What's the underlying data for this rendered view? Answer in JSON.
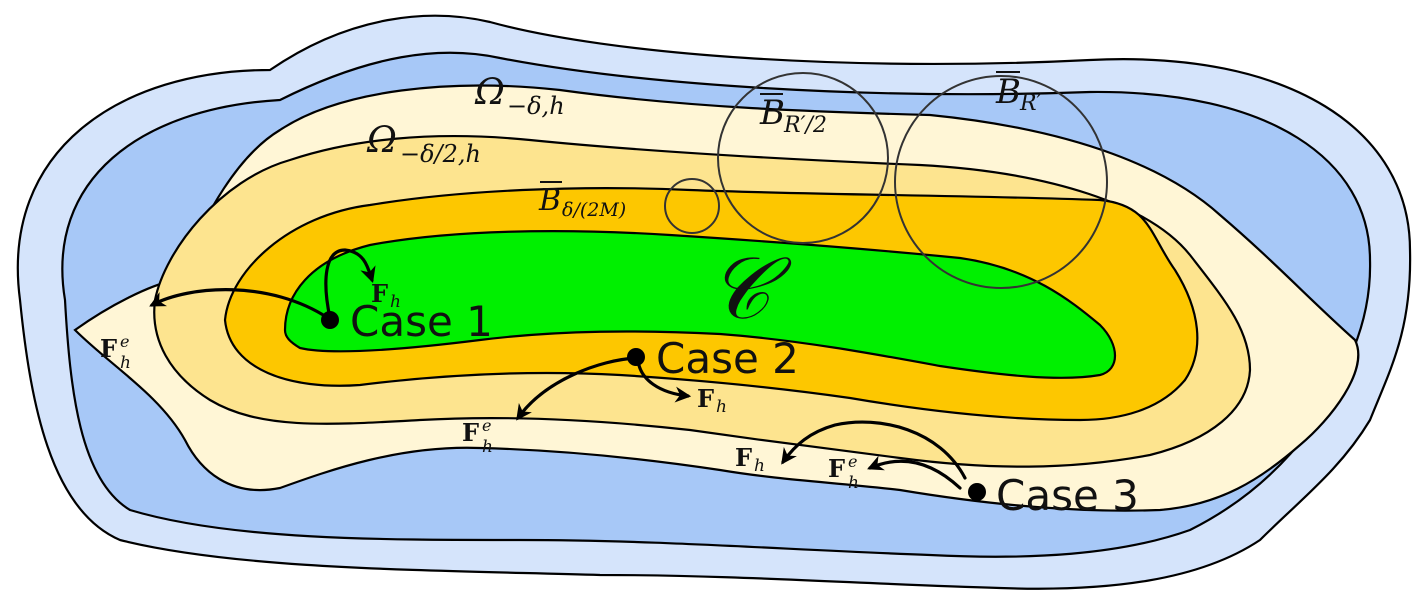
{
  "labels": {
    "omega_outer": {
      "main": "Ω",
      "sub": "−δ,h"
    },
    "omega_inner": {
      "main": "Ω",
      "sub": "−δ/2,h"
    },
    "ball_small": {
      "main": "B",
      "sub": "δ/(2M)"
    },
    "ball_mid": {
      "main": "B",
      "sub": "R′/2"
    },
    "ball_large": {
      "main": "B",
      "sub": "R′"
    },
    "set_c": "𝒞"
  },
  "cases": [
    {
      "label": "Case 1",
      "fh": "F",
      "fh_sub": "h",
      "fhe": "F",
      "fhe_sub": "h",
      "fhe_sup": "e"
    },
    {
      "label": "Case 2",
      "fh": "F",
      "fh_sub": "h",
      "fhe": "F",
      "fhe_sub": "h",
      "fhe_sup": "e"
    },
    {
      "label": "Case 3",
      "fh": "F",
      "fh_sub": "h",
      "fhe": "F",
      "fhe_sub": "h",
      "fhe_sup": "e"
    }
  ],
  "colors": {
    "outer_light_blue": "#d5e4fb",
    "blue": "#a7c8f7",
    "cream": "#fff6d6",
    "light_orange": "#fde48f",
    "orange": "#fdc700",
    "green": "#00f000"
  }
}
